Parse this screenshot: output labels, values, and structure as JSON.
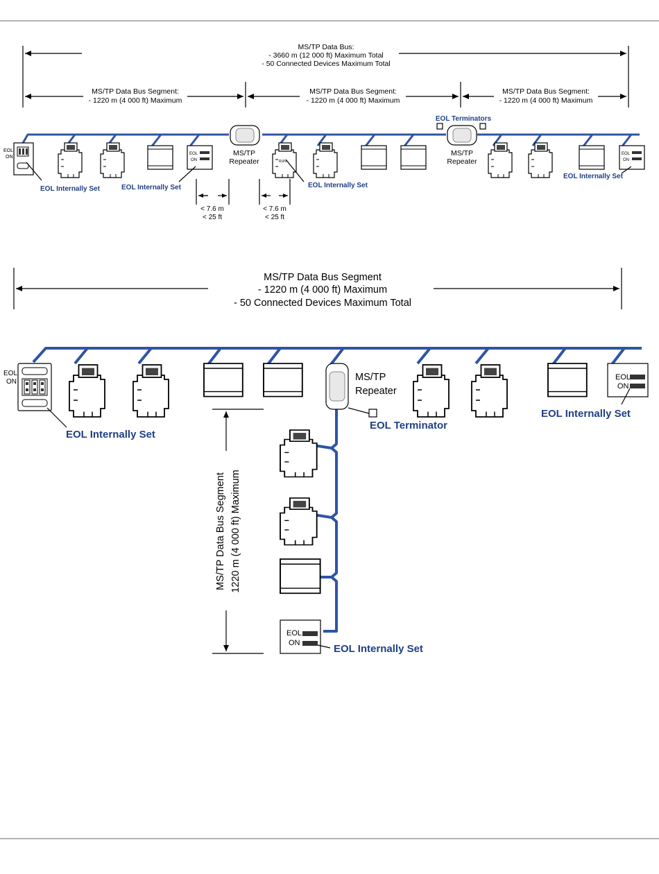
{
  "top_diagram": {
    "total_dimension": {
      "line1": "MS/TP Data Bus:",
      "line2": "- 3660 m (12 000 ft) Maximum Total",
      "line3": "- 50 Connected Devices Maximum Total"
    },
    "segments": [
      {
        "line1": "MS/TP Data Bus Segment:",
        "line2": "- 1220 m (4 000 ft) Maximum"
      },
      {
        "line1": "MS/TP Data Bus Segment:",
        "line2": "- 1220 m (4 000 ft) Maximum"
      },
      {
        "line1": "MS/TP Data Bus Segment:",
        "line2": "- 1220 m (4 000 ft) Maximum"
      }
    ],
    "repeater1": {
      "line1": "MS/TP",
      "line2": "Repeater"
    },
    "repeater2": {
      "line1": "MS/TP",
      "line2": "Repeater"
    },
    "eol_terminators": "EOL Terminators",
    "eol_labels": [
      "EOL Internally Set",
      "EOL Internally Set",
      "EOL Internally Set",
      "EOL Internally Set"
    ],
    "spacing1": {
      "line1": "< 7.6 m",
      "line2": "< 25 ft"
    },
    "spacing2": {
      "line1": "< 7.6 m",
      "line2": "< 25 ft"
    },
    "switch_eol": "EOL",
    "switch_on": "ON"
  },
  "bottom_diagram": {
    "dimension": {
      "line1": "MS/TP Data Bus Segment",
      "line2": "- 1220 m (4 000 ft) Maximum",
      "line3": "- 50 Connected Devices Maximum Total"
    },
    "vertical_dimension": {
      "line1": "MS/TP Data Bus Segment",
      "line2": "1220 m (4 000 ft) Maximum"
    },
    "repeater": {
      "line1": "MS/TP",
      "line2": "Repeater"
    },
    "eol_terminator": "EOL Terminator",
    "eol_labels": [
      "EOL Internally Set",
      "EOL Internally Set",
      "EOL Internally Set"
    ],
    "switch_eol": "EOL",
    "switch_on": "ON"
  },
  "colors": {
    "bus": "#2e54a5",
    "label": "#1f3f86",
    "rule": "#9a9a9a"
  }
}
